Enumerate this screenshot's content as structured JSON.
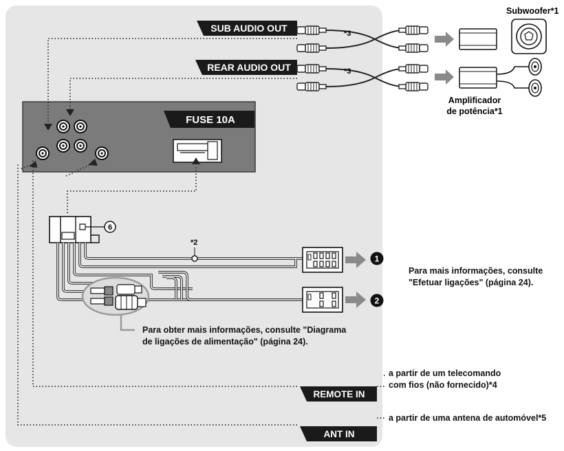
{
  "labels": {
    "sub_audio_out": "SUB AUDIO OUT",
    "rear_audio_out": "REAR AUDIO OUT",
    "fuse": "FUSE 10A",
    "remote_in": "REMOTE IN",
    "ant_in": "ANT IN",
    "subwoofer": "Subwoofer*1",
    "amplifier_line1": "Amplificador",
    "amplifier_line2": "de potência*1",
    "note3_sub": "*3",
    "note3_rear": "*3",
    "note2": "*2",
    "circle6": "6",
    "circle1": "1",
    "circle2": "2"
  },
  "texts": {
    "connections_line1": "Para mais informações, consulte",
    "connections_line2": "\"Efetuar ligações\" (página 24).",
    "power_line1": "Para obter mais informações, consulte \"Diagrama",
    "power_line2": "de ligações de alimentação\" (página 24).",
    "remote_line1": "a partir de um telecomando",
    "remote_line2": "com fios (não fornecido)*4",
    "antenna": "a partir de uma antena de automóvel*5"
  },
  "colors": {
    "panel": "#e6e6e6",
    "unit": "#7b7b7b",
    "dark": "#1a1a1a",
    "arrow": "#8a8a8a"
  }
}
